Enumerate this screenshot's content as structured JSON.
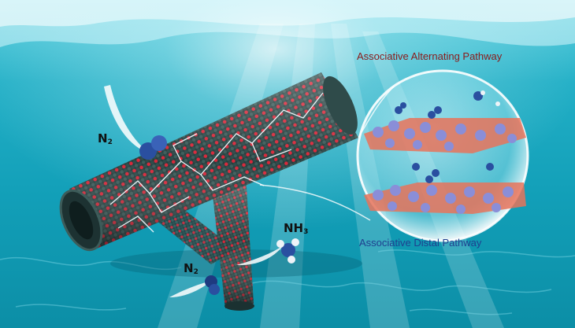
{
  "labels": {
    "n2_left": {
      "text": "N",
      "sub": "2"
    },
    "n2_bottom": {
      "text": "N",
      "sub": "2"
    },
    "nh3": {
      "text": "NH",
      "sub": "3"
    },
    "alternating_pathway": "Associative Alternating Pathway",
    "distal_pathway": "Associative Distal Pathway"
  },
  "colors": {
    "alternating_title": "#8b1a1a",
    "distal_title": "#1f3f8f",
    "water_deep": "#0f8da8",
    "water_light": "#5fd1e0",
    "tube_dark": "#1f3a3a",
    "tube_red": "#d8283a",
    "atom_blue": "#2a4fa0",
    "atom_white": "#eef3f8",
    "crystal_purple": "#8a8ed8",
    "crystal_orange": "#e8735a"
  }
}
